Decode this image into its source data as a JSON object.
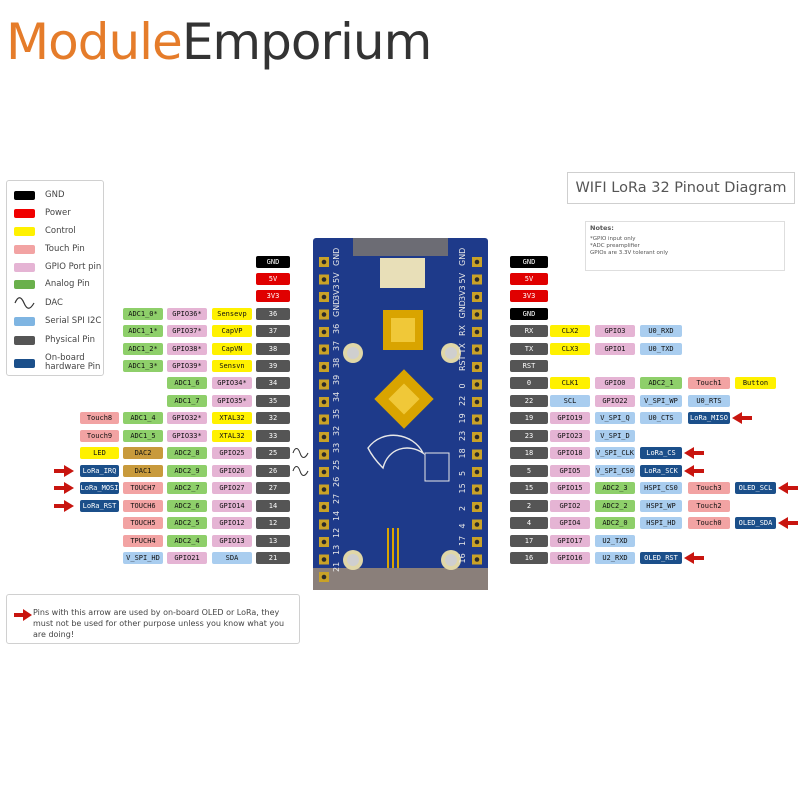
{
  "brand": {
    "part1": "Module",
    "part2": "Emporium"
  },
  "title": "WIFI LoRa 32 Pinout Diagram",
  "notes": {
    "title": "Notes:",
    "lines": [
      "*GPIO input only",
      "*ADC preamplifier",
      "GPIOs are  3.3V tolerant only"
    ]
  },
  "legend": [
    {
      "label": "GND",
      "color": "#000000"
    },
    {
      "label": "Power",
      "color": "#f00000"
    },
    {
      "label": "Control",
      "color": "#fff100"
    },
    {
      "label": "Touch Pin",
      "color": "#f2a3a3"
    },
    {
      "label": "GPIO Port pin",
      "color": "#e5b4d4"
    },
    {
      "label": "Analog Pin",
      "color": "#6ab04c"
    },
    {
      "label": "DAC",
      "icon": "wave"
    },
    {
      "label": "Serial SPI I2C",
      "color": "#7fb5e2"
    },
    {
      "label": "Physical Pin",
      "color": "#555555"
    },
    {
      "label": "On-board hardware Pin",
      "color": "#1b4f8a"
    }
  ],
  "warning": "Pins with this arrow are used by on-board OLED or LoRa, they must not be used for other purpose unless you know what you are doing!",
  "colors": {
    "gnd": "#000000",
    "power": "#e00000",
    "control": "#fff100",
    "touch": "#f2a3a3",
    "gpio": "#e5b4d4",
    "analog": "#8ecf6a",
    "serial": "#a9cdef",
    "physical": "#555555",
    "onboard": "#1b4f8a",
    "dac": "#c89a3c",
    "pcb": "#1e3a8a",
    "arrow": "#c8150f"
  },
  "left_rows": [
    [
      {
        "t": "GND",
        "c": "gnd"
      }
    ],
    [
      {
        "t": "5V",
        "c": "power"
      }
    ],
    [
      {
        "t": "3V3",
        "c": "power"
      }
    ],
    [
      {
        "t": "ADC1_0*",
        "c": "analog"
      },
      {
        "t": "GPIO36*",
        "c": "gpio"
      },
      {
        "t": "Sensevp",
        "c": "control"
      },
      {
        "t": "36",
        "c": "physical"
      }
    ],
    [
      {
        "t": "ADC1_1*",
        "c": "analog"
      },
      {
        "t": "GPIO37*",
        "c": "gpio"
      },
      {
        "t": "CapVP",
        "c": "control"
      },
      {
        "t": "37",
        "c": "physical"
      }
    ],
    [
      {
        "t": "ADC1_2*",
        "c": "analog"
      },
      {
        "t": "GPIO38*",
        "c": "gpio"
      },
      {
        "t": "CapVN",
        "c": "control"
      },
      {
        "t": "38",
        "c": "physical"
      }
    ],
    [
      {
        "t": "ADC1_3*",
        "c": "analog"
      },
      {
        "t": "GPIO39*",
        "c": "gpio"
      },
      {
        "t": "Sensvn",
        "c": "control"
      },
      {
        "t": "39",
        "c": "physical"
      }
    ],
    [
      {
        "t": "ADC1_6",
        "c": "analog"
      },
      {
        "t": "GPIO34*",
        "c": "gpio"
      },
      {
        "t": "34",
        "c": "physical"
      }
    ],
    [
      {
        "t": "ADC1_7",
        "c": "analog"
      },
      {
        "t": "GPIO35*",
        "c": "gpio"
      },
      {
        "t": "35",
        "c": "physical"
      }
    ],
    [
      {
        "t": "Touch8",
        "c": "touch"
      },
      {
        "t": "ADC1_4",
        "c": "analog"
      },
      {
        "t": "GPIO32*",
        "c": "gpio"
      },
      {
        "t": "XTAL32",
        "c": "control"
      },
      {
        "t": "32",
        "c": "physical"
      }
    ],
    [
      {
        "t": "Touch9",
        "c": "touch"
      },
      {
        "t": "ADC1_5",
        "c": "analog"
      },
      {
        "t": "GPIO33*",
        "c": "gpio"
      },
      {
        "t": "XTAL32",
        "c": "control"
      },
      {
        "t": "33",
        "c": "physical"
      }
    ],
    [
      {
        "t": "LED",
        "c": "control"
      },
      {
        "t": "DAC2",
        "c": "dac"
      },
      {
        "t": "ADC2_8",
        "c": "analog"
      },
      {
        "t": "GPIO25",
        "c": "gpio"
      },
      {
        "t": "25",
        "c": "physical"
      }
    ],
    [
      {
        "t": "LoRa_IRQ",
        "c": "onboard"
      },
      {
        "t": "DAC1",
        "c": "dac"
      },
      {
        "t": "ADC2_9",
        "c": "analog"
      },
      {
        "t": "GPIO26",
        "c": "gpio"
      },
      {
        "t": "26",
        "c": "physical"
      }
    ],
    [
      {
        "t": "LoRa_MOSI",
        "c": "onboard"
      },
      {
        "t": "TOUCH7",
        "c": "touch"
      },
      {
        "t": "ADC2_7",
        "c": "analog"
      },
      {
        "t": "GPIO27",
        "c": "gpio"
      },
      {
        "t": "27",
        "c": "physical"
      }
    ],
    [
      {
        "t": "LoRa_RST",
        "c": "onboard"
      },
      {
        "t": "TOUCH6",
        "c": "touch"
      },
      {
        "t": "ADC2_6",
        "c": "analog"
      },
      {
        "t": "GPIO14",
        "c": "gpio"
      },
      {
        "t": "14",
        "c": "physical"
      }
    ],
    [
      {
        "t": "TOUCH5",
        "c": "touch"
      },
      {
        "t": "ADC2_5",
        "c": "analog"
      },
      {
        "t": "GPIO12",
        "c": "gpio"
      },
      {
        "t": "12",
        "c": "physical"
      }
    ],
    [
      {
        "t": "TPUCH4",
        "c": "touch"
      },
      {
        "t": "ADC2_4",
        "c": "analog"
      },
      {
        "t": "GPIO13",
        "c": "gpio"
      },
      {
        "t": "13",
        "c": "physical"
      }
    ],
    [
      {
        "t": "V_SPI_HD",
        "c": "serial"
      },
      {
        "t": "GPIO21",
        "c": "gpio"
      },
      {
        "t": "SDA",
        "c": "serial"
      },
      {
        "t": "21",
        "c": "physical"
      }
    ]
  ],
  "right_rows": [
    [
      {
        "t": "GND",
        "c": "gnd"
      }
    ],
    [
      {
        "t": "5V",
        "c": "power"
      }
    ],
    [
      {
        "t": "3V3",
        "c": "power"
      }
    ],
    [
      {
        "t": "GND",
        "c": "gnd"
      }
    ],
    [
      {
        "t": "RX",
        "c": "physical"
      },
      {
        "t": "CLX2",
        "c": "control"
      },
      {
        "t": "GPIO3",
        "c": "gpio"
      },
      {
        "t": "U0_RXD",
        "c": "serial"
      }
    ],
    [
      {
        "t": "TX",
        "c": "physical"
      },
      {
        "t": "CLX3",
        "c": "control"
      },
      {
        "t": "GPIO1",
        "c": "gpio"
      },
      {
        "t": "U0_TXD",
        "c": "serial"
      }
    ],
    [
      {
        "t": "RST",
        "c": "physical"
      }
    ],
    [
      {
        "t": "0",
        "c": "physical"
      },
      {
        "t": "CLK1",
        "c": "control"
      },
      {
        "t": "GPIO0",
        "c": "gpio"
      },
      {
        "t": "ADC2_1",
        "c": "analog"
      },
      {
        "t": "Touch1",
        "c": "touch"
      },
      {
        "t": "Button",
        "c": "control"
      }
    ],
    [
      {
        "t": "22",
        "c": "physical"
      },
      {
        "t": "SCL",
        "c": "serial"
      },
      {
        "t": "GPIO22",
        "c": "gpio"
      },
      {
        "t": "V_SPI_WP",
        "c": "serial"
      },
      {
        "t": "U0_RTS",
        "c": "serial"
      }
    ],
    [
      {
        "t": "19",
        "c": "physical"
      },
      {
        "t": "GPIO19",
        "c": "gpio"
      },
      {
        "t": "V_SPI_Q",
        "c": "serial"
      },
      {
        "t": "U0_CTS",
        "c": "serial"
      },
      {
        "t": "LoRa_MISO",
        "c": "onboard"
      }
    ],
    [
      {
        "t": "23",
        "c": "physical"
      },
      {
        "t": "GPIO23",
        "c": "gpio"
      },
      {
        "t": "V_SPI_D",
        "c": "serial"
      }
    ],
    [
      {
        "t": "18",
        "c": "physical"
      },
      {
        "t": "GPIO18",
        "c": "gpio"
      },
      {
        "t": "V_SPI_CLK",
        "c": "serial"
      },
      {
        "t": "LoRa_CS",
        "c": "onboard"
      }
    ],
    [
      {
        "t": "5",
        "c": "physical"
      },
      {
        "t": "GPIO5",
        "c": "gpio"
      },
      {
        "t": "V_SPI_CS0",
        "c": "serial"
      },
      {
        "t": "LoRa_SCK",
        "c": "onboard"
      }
    ],
    [
      {
        "t": "15",
        "c": "physical"
      },
      {
        "t": "GPIO15",
        "c": "gpio"
      },
      {
        "t": "ADC2_3",
        "c": "analog"
      },
      {
        "t": "HSPI_CS0",
        "c": "serial"
      },
      {
        "t": "Touch3",
        "c": "touch"
      },
      {
        "t": "OLED_SCL",
        "c": "onboard"
      }
    ],
    [
      {
        "t": "2",
        "c": "physical"
      },
      {
        "t": "GPIO2",
        "c": "gpio"
      },
      {
        "t": "ADC2_2",
        "c": "analog"
      },
      {
        "t": "HSPI_WP",
        "c": "serial"
      },
      {
        "t": "Touch2",
        "c": "touch"
      }
    ],
    [
      {
        "t": "4",
        "c": "physical"
      },
      {
        "t": "GPIO4",
        "c": "gpio"
      },
      {
        "t": "ADC2_0",
        "c": "analog"
      },
      {
        "t": "HSPI_HD",
        "c": "serial"
      },
      {
        "t": "Touch0",
        "c": "touch"
      },
      {
        "t": "OLED_SDA",
        "c": "onboard"
      }
    ],
    [
      {
        "t": "17",
        "c": "physical"
      },
      {
        "t": "GPIO17",
        "c": "gpio"
      },
      {
        "t": "U2_TXD",
        "c": "serial"
      }
    ],
    [
      {
        "t": "16",
        "c": "physical"
      },
      {
        "t": "GPIO16",
        "c": "gpio"
      },
      {
        "t": "U2_RXD",
        "c": "serial"
      },
      {
        "t": "OLED_RST",
        "c": "onboard"
      }
    ]
  ],
  "board_silk": {
    "left": [
      "GND",
      "5V",
      "3V3",
      "GND",
      "36",
      "37",
      "38",
      "39",
      "34",
      "35",
      "32",
      "33",
      "25",
      "26",
      "27",
      "14",
      "12",
      "13",
      "21"
    ],
    "right": [
      "GND",
      "5V",
      "3V3",
      "GND",
      "RX",
      "TX",
      "RST",
      "0",
      "22",
      "19",
      "23",
      "18",
      "5",
      "15",
      "2",
      "4",
      "17",
      "16"
    ]
  }
}
